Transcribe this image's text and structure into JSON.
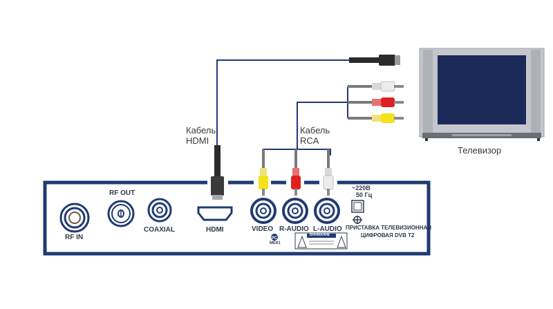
{
  "title": "Схема подключения цифровой приставки DVB T2 к телевизору",
  "colors": {
    "panel_border": "#1f3a73",
    "cable_line": "#1f3a73",
    "cable_gray": "#7a7a7a",
    "plug_yellow": "#f5e21a",
    "plug_red": "#e02020",
    "plug_white": "#ececec",
    "hdmi_plug": "#2b2b2b",
    "tv_body": "#c4c6cb",
    "tv_screen": "#1c2a5a"
  },
  "labels": {
    "hdmi_cable": [
      "Кабель",
      "HDMI"
    ],
    "rca_cable": [
      "Кабель",
      "RCA"
    ],
    "tv": "Телевизор"
  },
  "panel": {
    "ports": [
      {
        "id": "rf-in",
        "label": "RF IN"
      },
      {
        "id": "rf-out",
        "label": "RF OUT"
      },
      {
        "id": "coaxial",
        "label": "COAXIAL"
      },
      {
        "id": "hdmi",
        "label": "HDMI"
      },
      {
        "id": "video",
        "label": "VIDEO"
      },
      {
        "id": "r-audio",
        "label": "R-AUDIO"
      },
      {
        "id": "l-audio",
        "label": "L-AUDIO"
      }
    ],
    "power": {
      "voltage": "~220В",
      "frequency": "50 Гц"
    },
    "product_name": [
      "ПРИСТАВКА ТЕЛЕВИЗИОННАЯ",
      "ЦИФРОВАЯ  DVB T2"
    ],
    "cert_mark": "МЕ61",
    "warning_title": "ВНИМАНИЕ"
  }
}
